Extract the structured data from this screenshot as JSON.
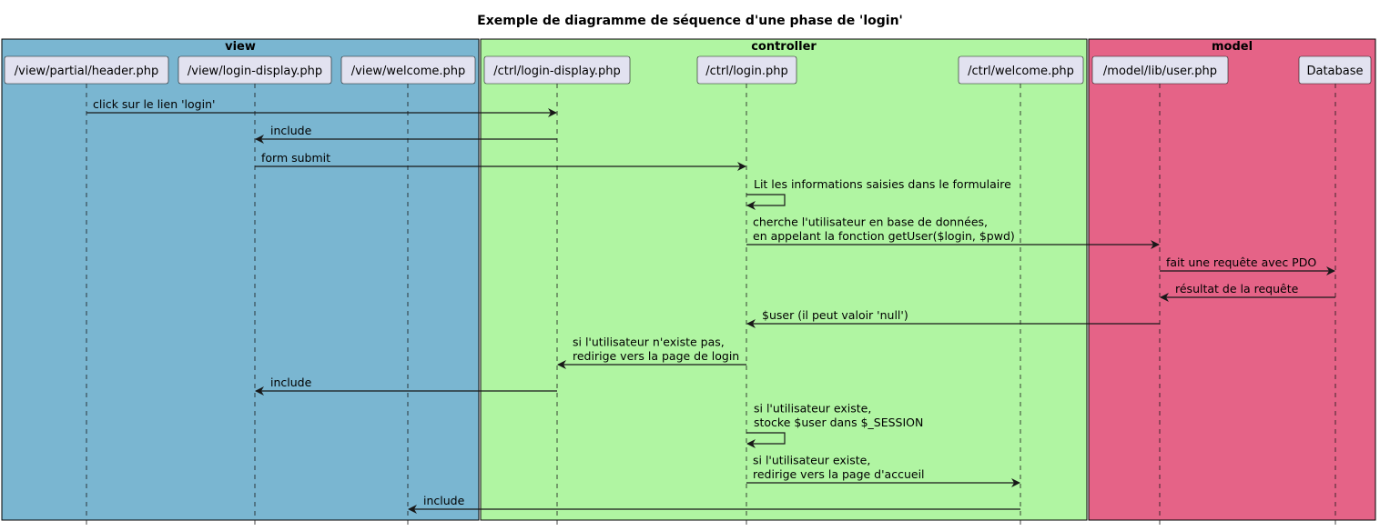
{
  "title": "Exemple de diagramme de séquence d'une phase de 'login'",
  "groups": [
    {
      "name": "view",
      "color": "#7AB6D1"
    },
    {
      "name": "controller",
      "color": "#B0F5A2"
    },
    {
      "name": "model",
      "color": "#E56387"
    }
  ],
  "participants": [
    "/view/partial/header.php",
    "/view/login-display.php",
    "/view/welcome.php",
    "/ctrl/login-display.php",
    "/ctrl/login.php",
    "/ctrl/welcome.php",
    "/model/lib/user.php",
    "Database"
  ],
  "messages": [
    {
      "from": 0,
      "to": 3,
      "lines": [
        "click sur le lien 'login'"
      ]
    },
    {
      "from": 3,
      "to": 1,
      "lines": [
        "include"
      ]
    },
    {
      "from": 1,
      "to": 4,
      "lines": [
        "form submit"
      ]
    },
    {
      "from": 4,
      "to": 4,
      "lines": [
        "Lit les informations saisies dans le formulaire"
      ]
    },
    {
      "from": 4,
      "to": 6,
      "lines": [
        "cherche l'utilisateur en base de données,",
        "en appelant la fonction getUser($login, $pwd)"
      ]
    },
    {
      "from": 6,
      "to": 7,
      "lines": [
        "fait une requête avec PDO"
      ]
    },
    {
      "from": 7,
      "to": 6,
      "lines": [
        "résultat de la requête"
      ]
    },
    {
      "from": 6,
      "to": 4,
      "lines": [
        "$user (il peut valoir 'null')"
      ]
    },
    {
      "from": 4,
      "to": 3,
      "lines": [
        "si l'utilisateur n'existe pas,",
        "redirige vers la page de login"
      ]
    },
    {
      "from": 3,
      "to": 1,
      "lines": [
        "include"
      ]
    },
    {
      "from": 4,
      "to": 4,
      "lines": [
        "si l'utilisateur existe,",
        "stocke $user dans $_SESSION"
      ]
    },
    {
      "from": 4,
      "to": 5,
      "lines": [
        "si l'utilisateur existe,",
        "redirige vers la page d'accueil"
      ]
    },
    {
      "from": 5,
      "to": 2,
      "lines": [
        "include"
      ]
    }
  ]
}
